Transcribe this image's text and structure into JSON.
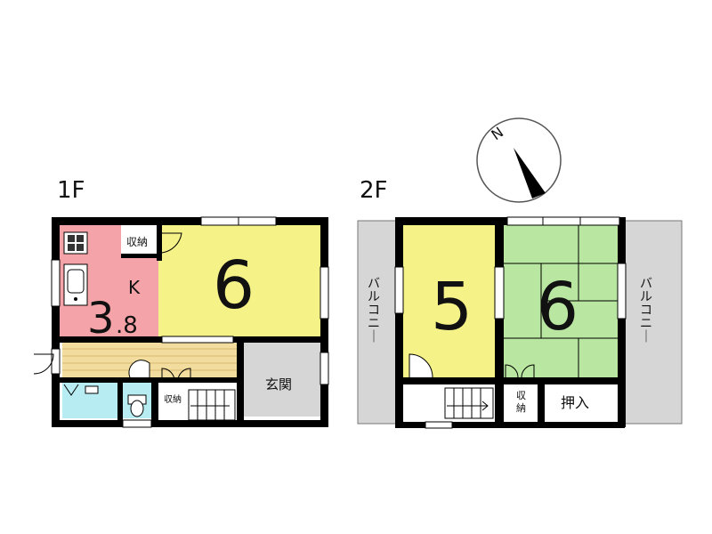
{
  "floors": {
    "first": {
      "label": "1F",
      "kitchen": {
        "label": "K",
        "size_major": "3",
        "size_minor": ".8"
      },
      "storage": "収納",
      "room_main": "6",
      "entrance": "玄関",
      "stair_storage": "収納"
    },
    "second": {
      "label": "2F",
      "room_west": "5",
      "room_east": "6",
      "balcony_west": "バルコニー",
      "balcony_east": "バルコニー",
      "storage": "収\n納",
      "closet": "押入"
    }
  },
  "compass": {
    "label": "N"
  },
  "colors": {
    "kitchen": "#f4a3a8",
    "western_room": "#f5f287",
    "tatami_room": "#b9e6a0",
    "wash_bath": "#b7ecf2",
    "entrance": "#d6d6d6",
    "hallway": "#f2dc9e",
    "wall": "#000000"
  }
}
